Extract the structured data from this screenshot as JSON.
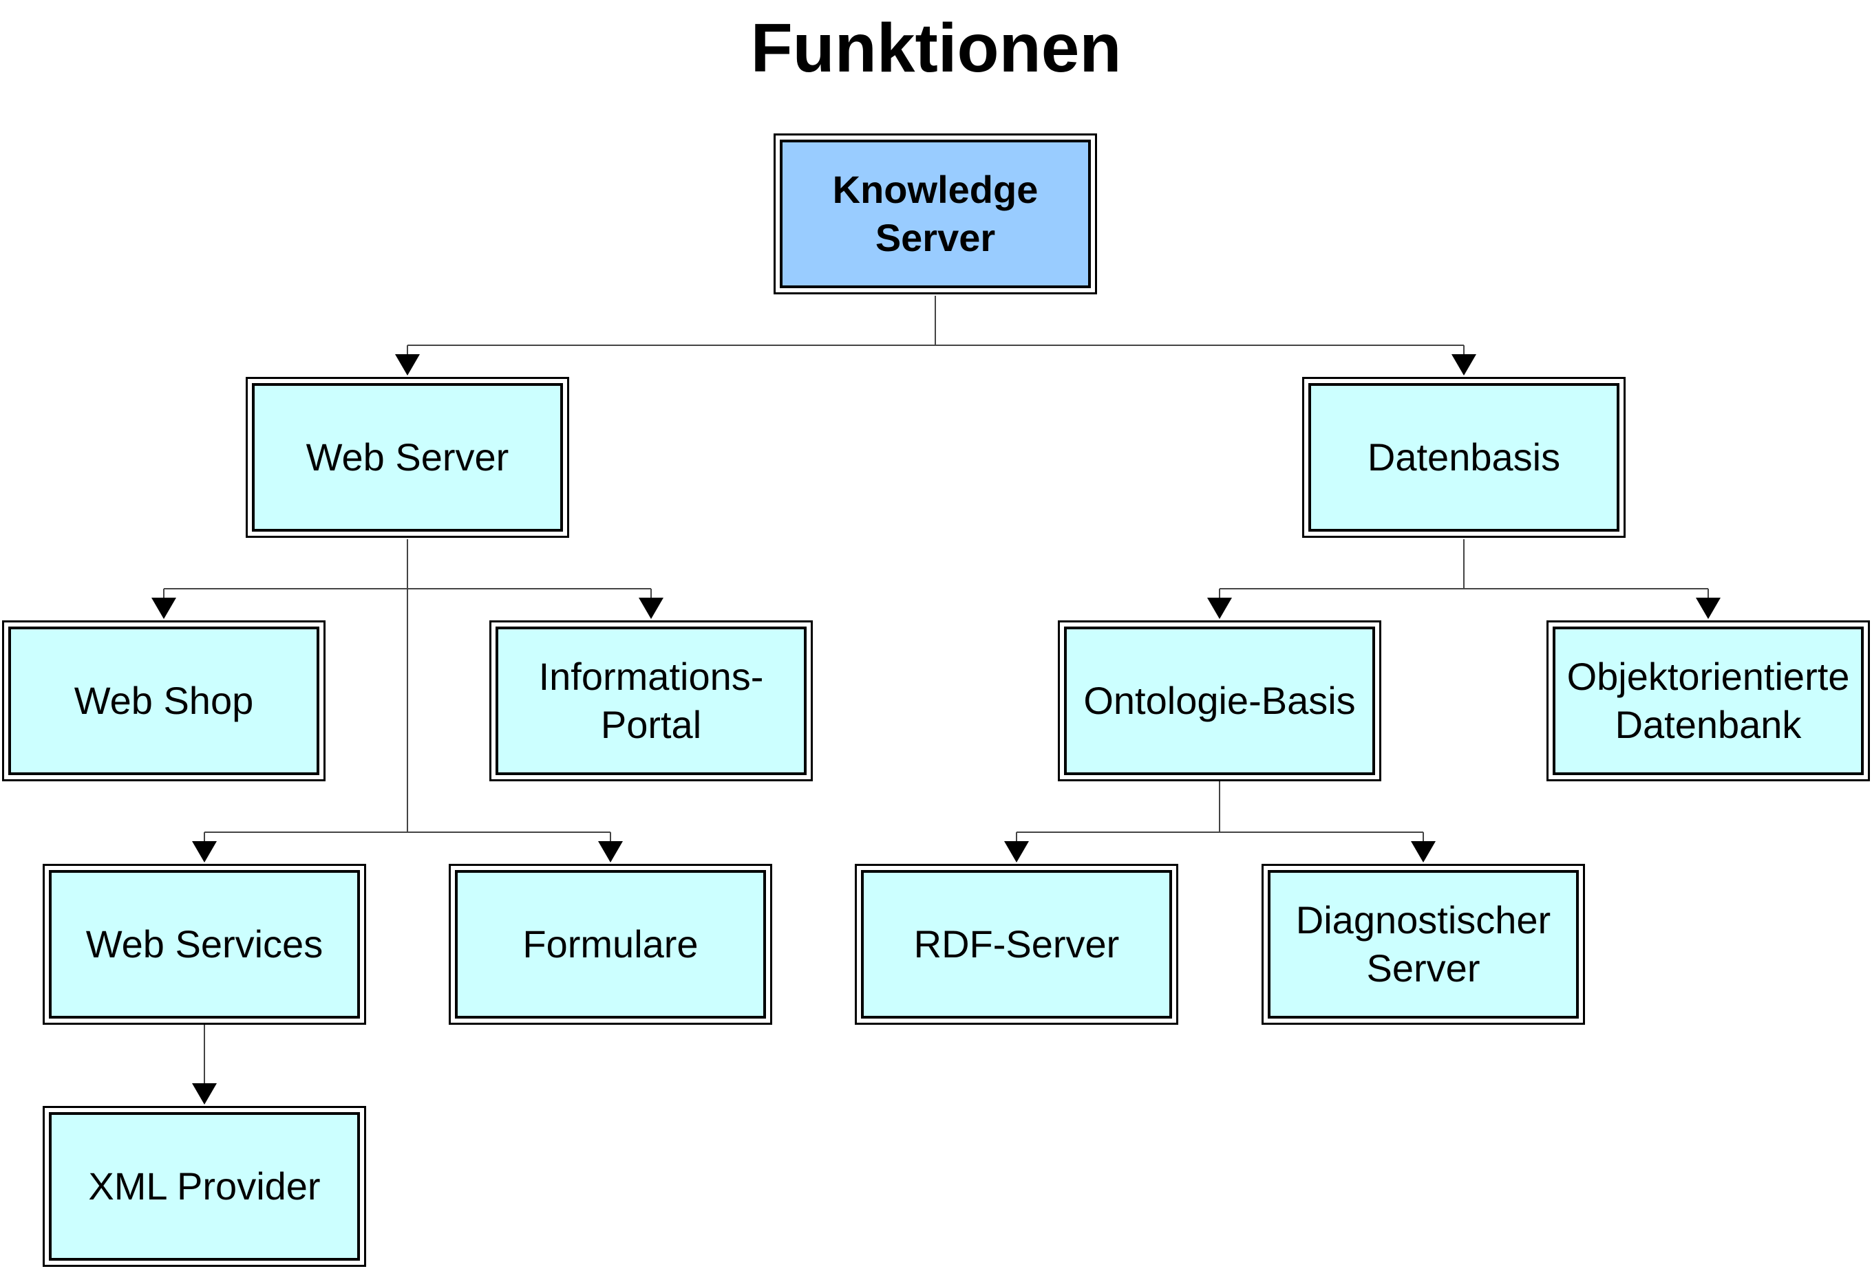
{
  "title": "Funktionen",
  "nodes": {
    "knowledge_server": "Knowledge\nServer",
    "web_server": "Web Server",
    "datenbasis": "Datenbasis",
    "web_shop": "Web Shop",
    "informations_portal": "Informations-\nPortal",
    "ontologie_basis": "Ontologie-Basis",
    "objektorientierte_datenbank": "Objektorientierte\nDatenbank",
    "web_services": "Web Services",
    "formulare": "Formulare",
    "rdf_server": "RDF-Server",
    "diagnostischer_server": "Diagnostischer\nServer",
    "xml_provider": "XML Provider"
  },
  "colors": {
    "root_fill": "#99ccff",
    "node_fill": "#ccffff",
    "border": "#000000",
    "connector": "#444444"
  }
}
